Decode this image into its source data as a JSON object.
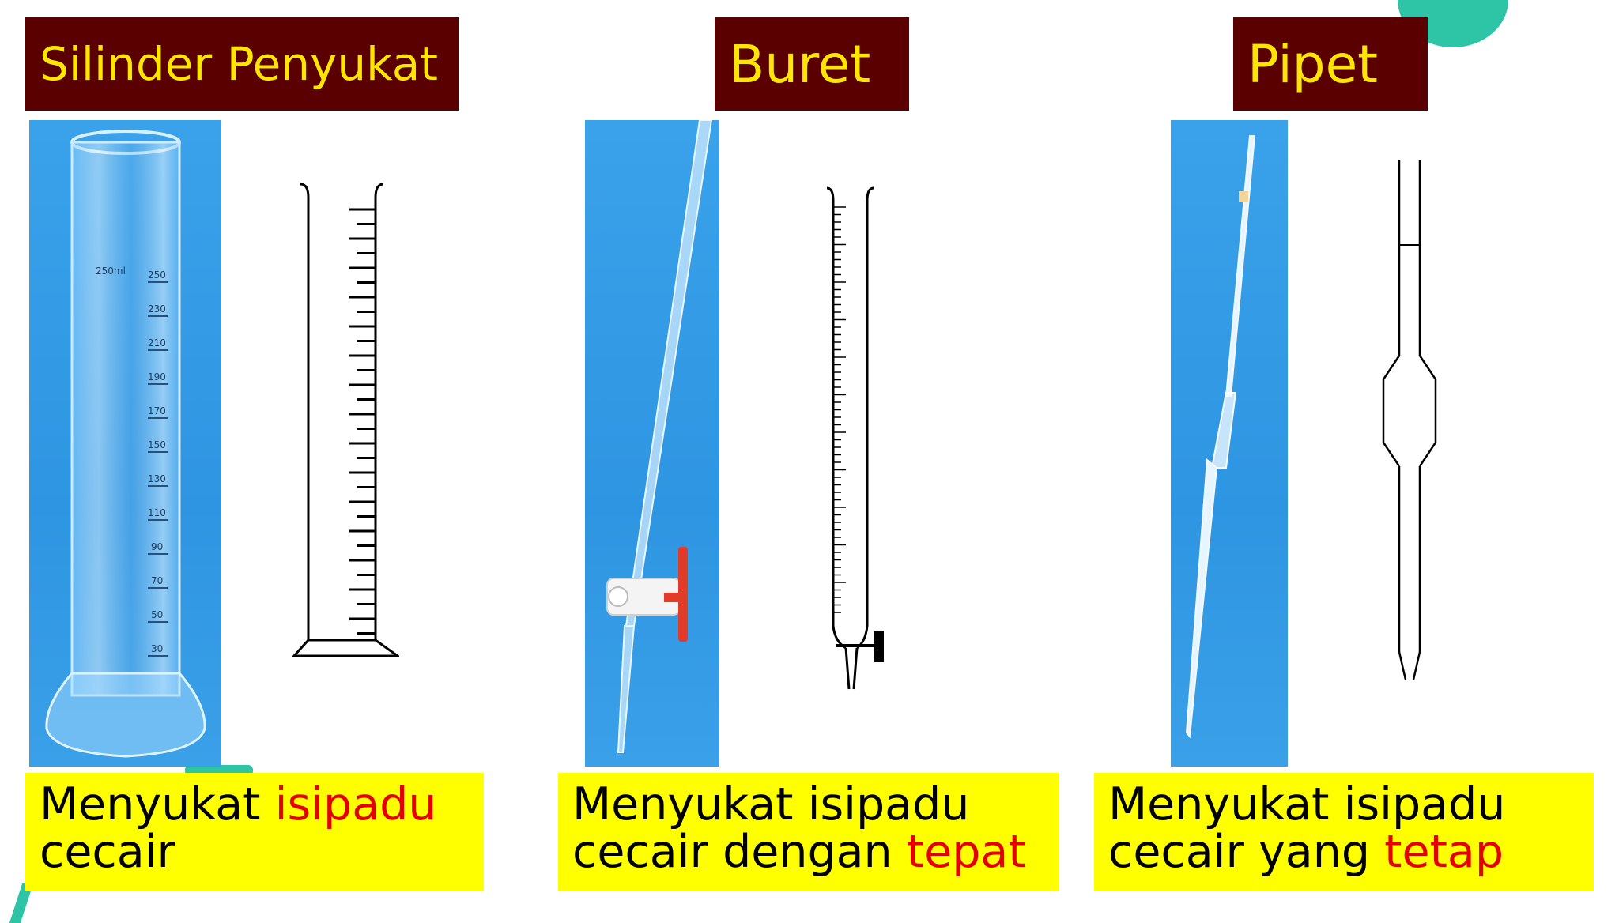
{
  "panels": [
    {
      "title": "Silinder Penyukat",
      "desc_line1": "Menyukat ",
      "desc_line1_hl": "isipadu",
      "desc_line2": "cecair",
      "desc_line2_hl": ""
    },
    {
      "title": "Buret",
      "desc_line1": "Menyukat isipadu",
      "desc_line1_hl": "",
      "desc_line2": "cecair dengan ",
      "desc_line2_hl": "tepat"
    },
    {
      "title": "Pipet",
      "desc_line1": "Menyukat isipadu",
      "desc_line1_hl": "",
      "desc_line2": "cecair yang ",
      "desc_line2_hl": "tetap"
    }
  ],
  "photo_cylinder_labels": [
    "250ml",
    "250",
    "230",
    "210",
    "190",
    "170",
    "150",
    "130",
    "110",
    "90",
    "70",
    "50",
    "30"
  ],
  "colors": {
    "title_bg": "#5a0000",
    "title_text": "#ffe600",
    "desc_bg": "#ffff00",
    "highlight": "#e50000",
    "accent": "#2ec4a6",
    "photo_bg": "#3aa2ea"
  },
  "icons": [
    "graduated-cylinder-icon",
    "burette-icon",
    "pipette-icon"
  ]
}
